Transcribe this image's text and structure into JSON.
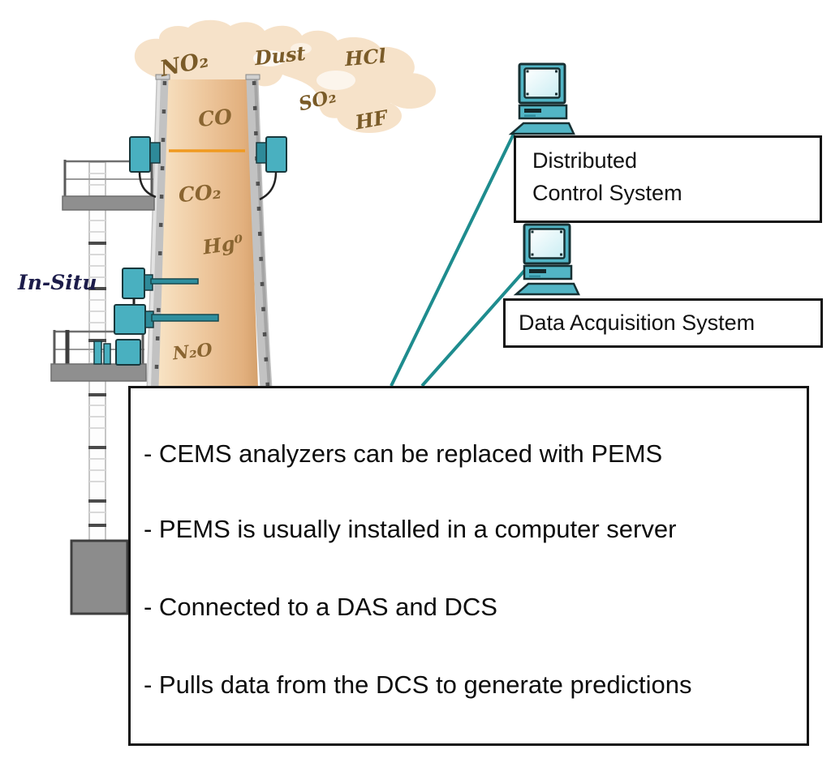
{
  "stack": {
    "emissions": [
      {
        "id": "no2",
        "text": "NO₂"
      },
      {
        "id": "dust",
        "text": "Dust"
      },
      {
        "id": "hcl",
        "text": "HCl"
      },
      {
        "id": "so2",
        "text": "SO₂"
      },
      {
        "id": "hf",
        "text": "HF"
      }
    ],
    "gases": [
      {
        "id": "co",
        "text": "CO"
      },
      {
        "id": "co2",
        "text": "CO₂"
      },
      {
        "id": "hg0",
        "text": "Hg⁰"
      },
      {
        "id": "n2o",
        "text": "N₂O"
      }
    ],
    "in_situ": "In-Situ"
  },
  "labels": {
    "dcs_line1": "Distributed",
    "dcs_line2": "Control System",
    "das": "Data Acquisition System"
  },
  "notes": {
    "items": [
      "- CEMS analyzers can be replaced with PEMS",
      "- PEMS is usually installed in a computer server",
      "- Connected to a DAS and DCS",
      "- Pulls data from the DCS to generate predictions"
    ]
  },
  "colors": {
    "teal": "#52b5c5",
    "teal_dark": "#1e8c8e",
    "smoke": "#f6e2c9",
    "stack_light": "#f8e3c4",
    "stack_dark": "#d4a06b",
    "gas_label_brown": "#7a5b28",
    "in_situ_navy": "#1c1c4a",
    "box_border": "#141414"
  }
}
